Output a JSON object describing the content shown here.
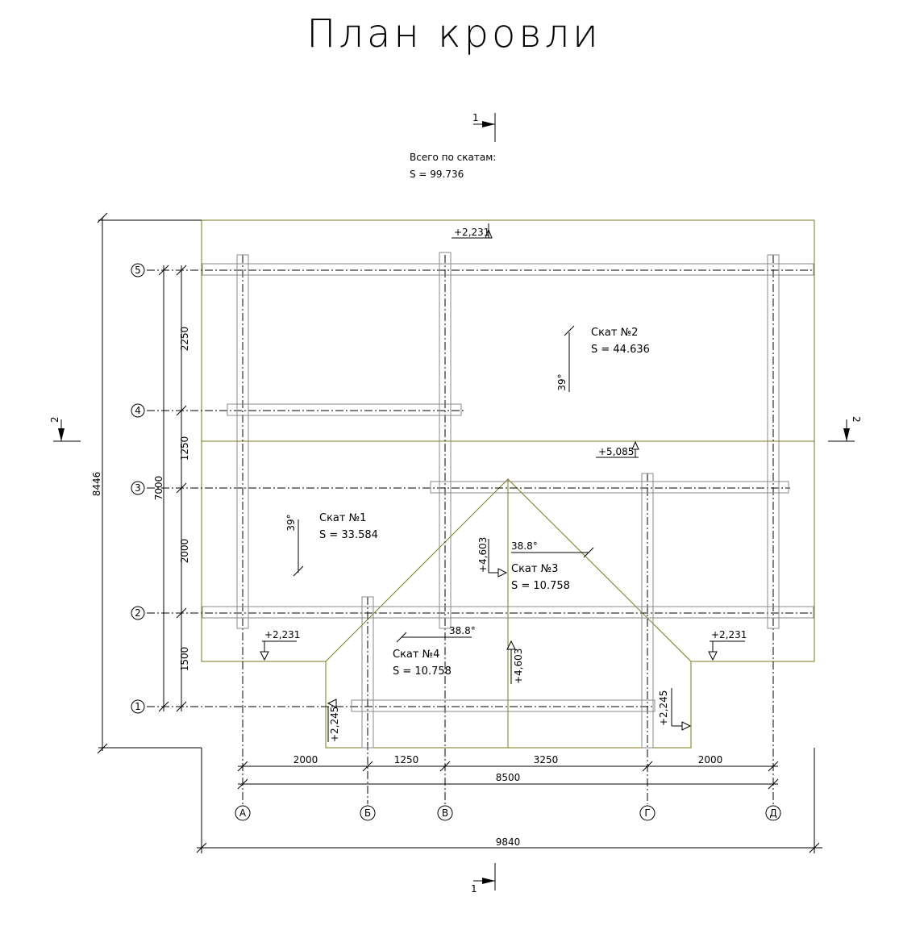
{
  "title": "План кровли",
  "totals": {
    "label": "Всего по скатам:",
    "area": "S   =   99.736"
  },
  "section_marks": {
    "section_1": "1",
    "section_2": "2"
  },
  "slopes": [
    {
      "name": "Скат №1",
      "area": "S   =   33.584",
      "angle": "39°"
    },
    {
      "name": "Скат №2",
      "area": "S   =   44.636",
      "angle": "39°"
    },
    {
      "name": "Скат №3",
      "area": "S   =   10.758",
      "angle": "38.8°"
    },
    {
      "name": "Скат №4",
      "area": "S   =   10.758",
      "angle": "38.8°"
    }
  ],
  "elevations": {
    "eave_top": "+2,231",
    "ridge": "+5,085",
    "eave_left": "+2,231",
    "eave_right": "+2,231",
    "gable_ridge_a": "+4,603",
    "gable_ridge_b": "+4,603",
    "gable_left": "+2,245",
    "gable_right": "+2,245"
  },
  "axes_rows": [
    "1",
    "2",
    "3",
    "4",
    "5"
  ],
  "axes_cols": [
    "А",
    "Б",
    "В",
    "Г",
    "Д"
  ],
  "dims_vertical": {
    "d_5_4": "2250",
    "d_4_3": "1250",
    "d_3_2": "2000",
    "d_2_1": "1500",
    "d_total_axes": "7000",
    "d_overall": "8446"
  },
  "dims_horizontal": {
    "d_a_b": "2000",
    "d_b_v": "1250",
    "d_v_g": "3250",
    "d_g_d": "2000",
    "d_total_axes": "8500",
    "d_overall": "9840"
  }
}
